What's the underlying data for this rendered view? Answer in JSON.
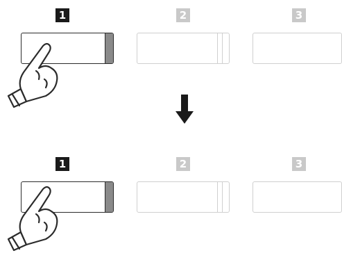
{
  "rows": [
    {
      "memories": [
        {
          "number": "1",
          "state": "selected"
        },
        {
          "number": "2",
          "state": "unselected"
        },
        {
          "number": "3",
          "state": "unselected"
        }
      ]
    },
    {
      "memories": [
        {
          "number": "1",
          "state": "selected"
        },
        {
          "number": "2",
          "state": "unselected"
        },
        {
          "number": "3",
          "state": "unselected"
        }
      ]
    }
  ],
  "icons": {
    "hand": "pressing-finger-icon",
    "arrow": "down-arrow-icon"
  },
  "colors": {
    "active": "#1a1a1a",
    "inactive": "#c9c9c9",
    "led_on": "#8a8a8a"
  }
}
